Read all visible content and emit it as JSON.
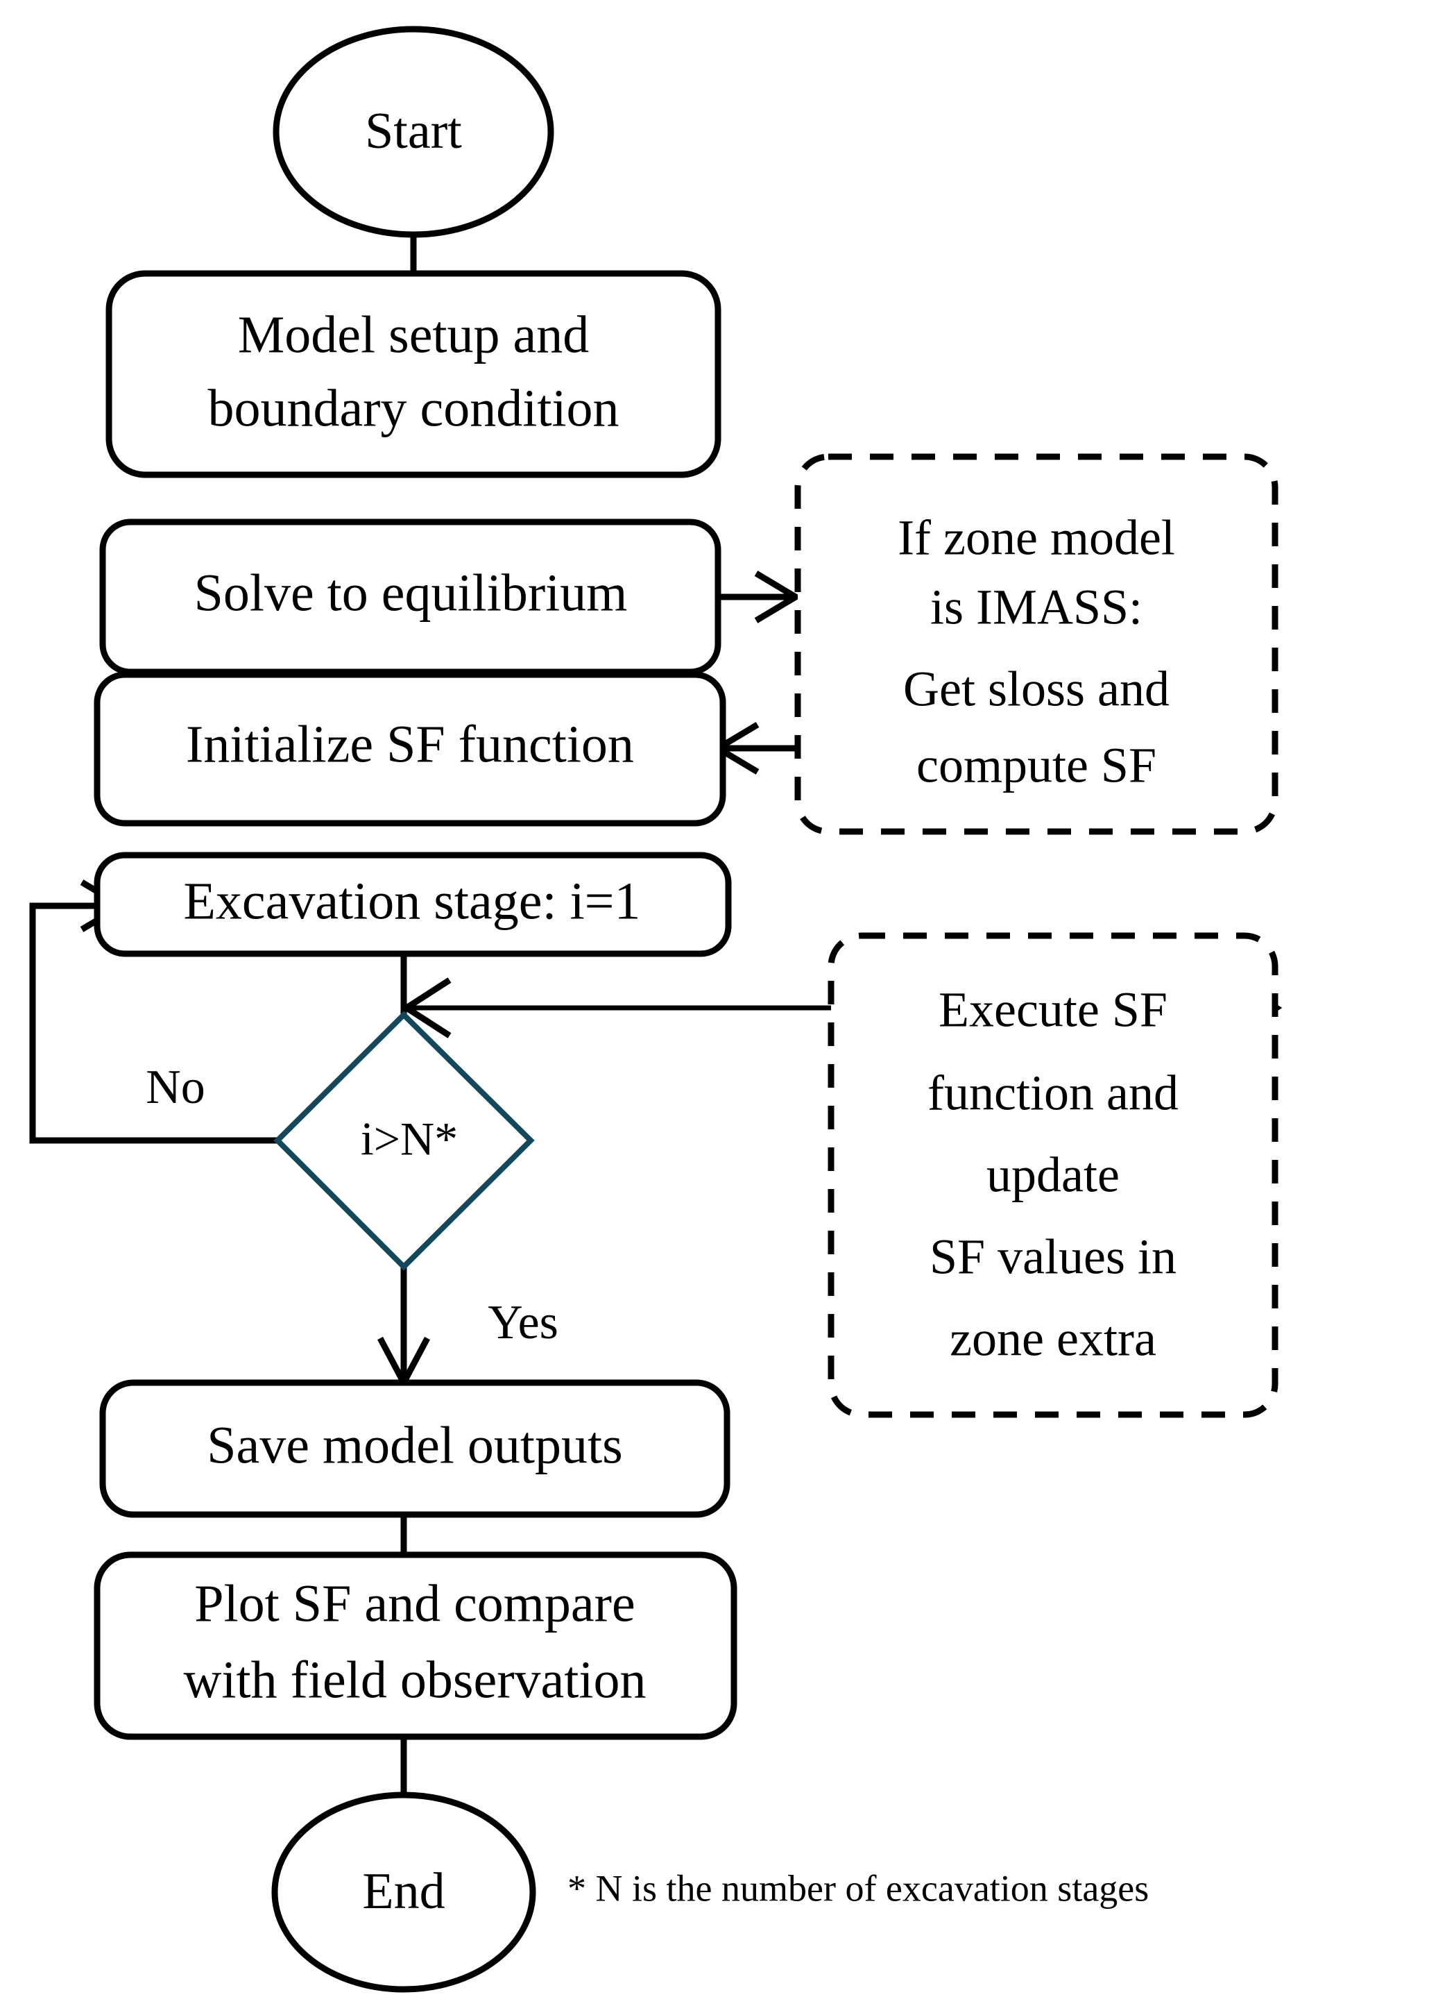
{
  "diagram": {
    "title": "Numerical modelling workflow flowchart",
    "accent_color": "#13485c",
    "line_color": "#000000",
    "background_color": "#ffffff",
    "nodes": {
      "start": {
        "label": "Start",
        "shape": "ellipse"
      },
      "setup": {
        "line1": "Model setup and",
        "line2": "boundary condition",
        "shape": "rounded-rect"
      },
      "solve": {
        "label": "Solve to equilibrium",
        "shape": "rounded-rect"
      },
      "init_sf": {
        "label": "Initialize SF function",
        "shape": "rounded-rect"
      },
      "excavation": {
        "label": "Excavation stage: i=1",
        "shape": "rounded-rect"
      },
      "decision": {
        "label": "i>N*",
        "shape": "diamond"
      },
      "save": {
        "label": "Save model outputs",
        "shape": "rounded-rect"
      },
      "plot": {
        "line1": "Plot SF and compare",
        "line2": "with field observation",
        "shape": "rounded-rect"
      },
      "end": {
        "label": "End",
        "shape": "ellipse"
      },
      "note_imass": {
        "shape": "dashed-rounded-rect",
        "line1": "If zone model",
        "line2": "is IMASS:",
        "line3": "Get sloss and",
        "line4": "compute SF"
      },
      "note_execute": {
        "shape": "dashed-rounded-rect",
        "line1": "Execute SF",
        "line2": "function and",
        "line3": "update",
        "line4": "SF values in",
        "line5": "zone extra"
      }
    },
    "edge_labels": {
      "no": "No",
      "yes": "Yes"
    },
    "footnote": "* N is the number of excavation  stages"
  }
}
